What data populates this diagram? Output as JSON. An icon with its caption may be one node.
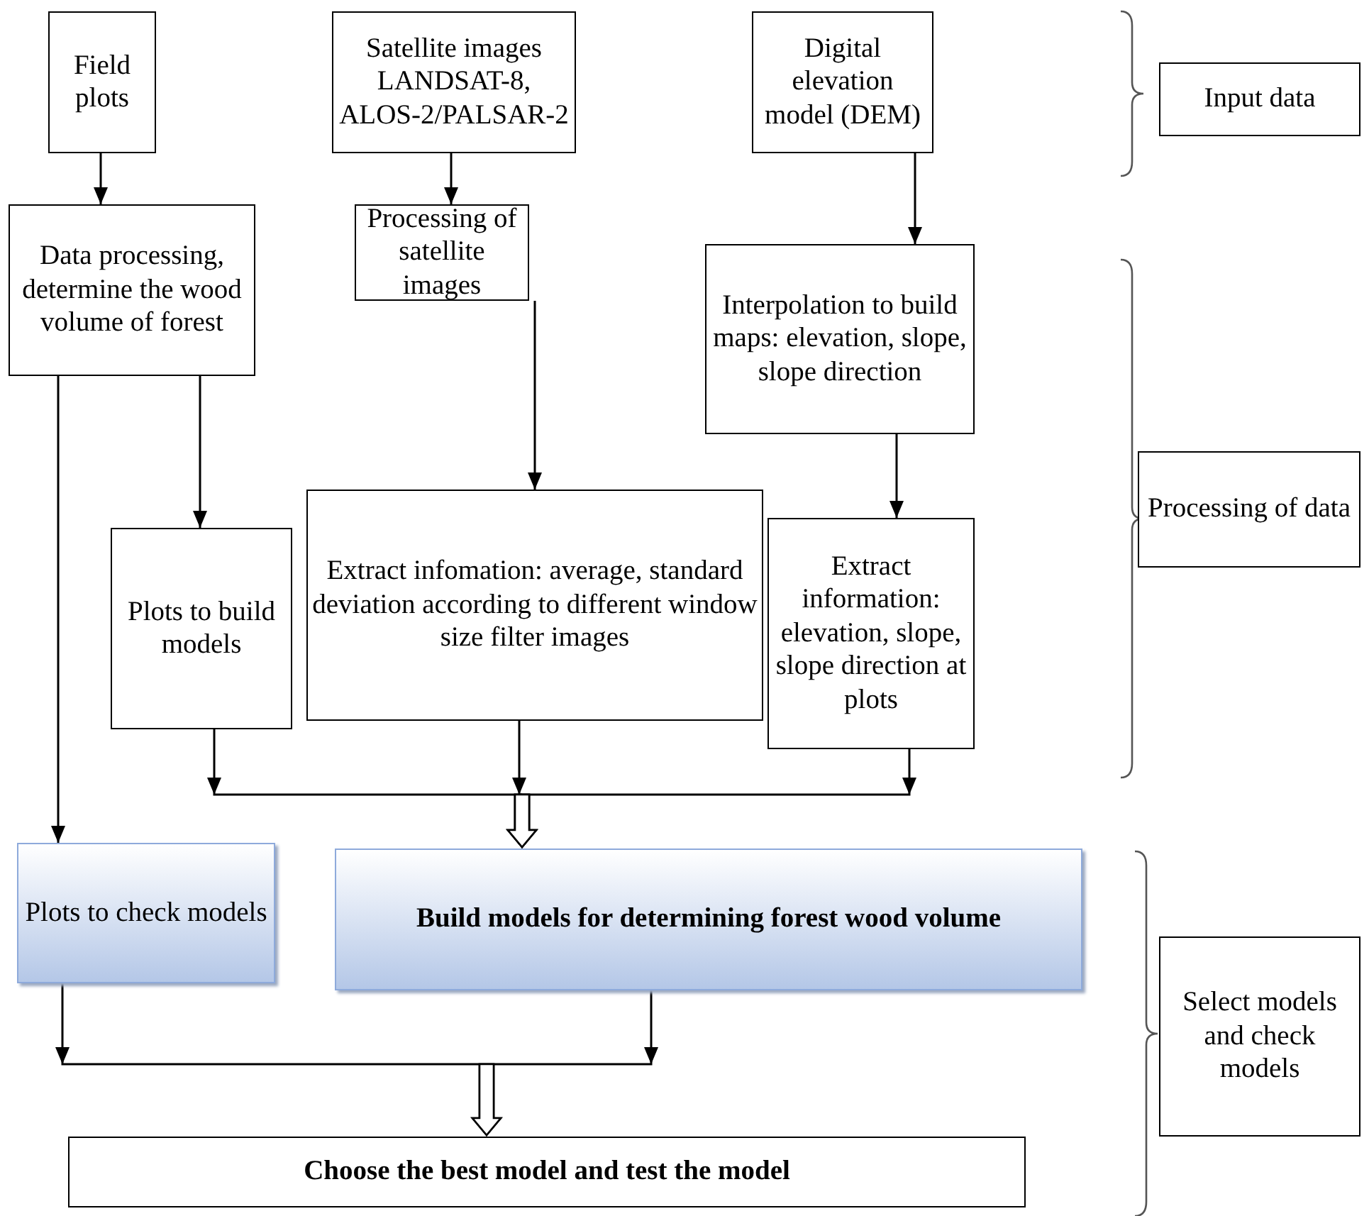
{
  "diagram": {
    "nodes": [
      {
        "text": [
          "Field plots"
        ]
      },
      {
        "text": [
          "Satellite images LANDSAT-8, ALOS-2/PALSAR-2"
        ]
      },
      {
        "text": [
          "Digital elevation model (DEM)"
        ]
      },
      {
        "text": [
          "Input data"
        ]
      },
      {
        "text": [
          "Data processing, determine the wood volume of forest"
        ]
      },
      {
        "text": [
          "Processing of satellite images"
        ]
      },
      {
        "text": [
          "Interpolation to build maps: elevation, slope, slope direction"
        ]
      },
      {
        "text": [
          "Processing of data"
        ]
      },
      {
        "text": [
          "Plots to build models"
        ]
      },
      {
        "text": [
          "Extract infomation: average, standard deviation according to different window size filter images"
        ]
      },
      {
        "text": [
          "Extract information: elevation, slope, slope direction at plots"
        ]
      },
      {
        "text": [
          "Plots to check models"
        ]
      },
      {
        "text": [
          "Build models for determining forest wood volume"
        ]
      },
      {
        "text": [
          "Select models and check models"
        ]
      },
      {
        "text": [
          "Choose the best model and test the model"
        ]
      }
    ],
    "edges": [
      {
        "from": 0,
        "to": 4,
        "arrow": "to"
      },
      {
        "from": 1,
        "to": 5,
        "arrow": "to"
      },
      {
        "from": 2,
        "to": 6,
        "arrow": "to"
      },
      {
        "from": 4,
        "to": 8,
        "arrow": "to"
      },
      {
        "from": 5,
        "to": 9,
        "arrow": "to"
      },
      {
        "from": 6,
        "to": 10,
        "arrow": "to"
      },
      {
        "from": 4,
        "to": 11,
        "arrow": "to"
      },
      {
        "from": 8,
        "to": 12,
        "arrow": "to"
      },
      {
        "from": 9,
        "to": 12,
        "arrow": "to"
      },
      {
        "from": 10,
        "to": 12,
        "arrow": "to"
      },
      {
        "from": 11,
        "to": 14,
        "arrow": "to"
      },
      {
        "from": 12,
        "to": 14,
        "arrow": "to"
      }
    ]
  }
}
